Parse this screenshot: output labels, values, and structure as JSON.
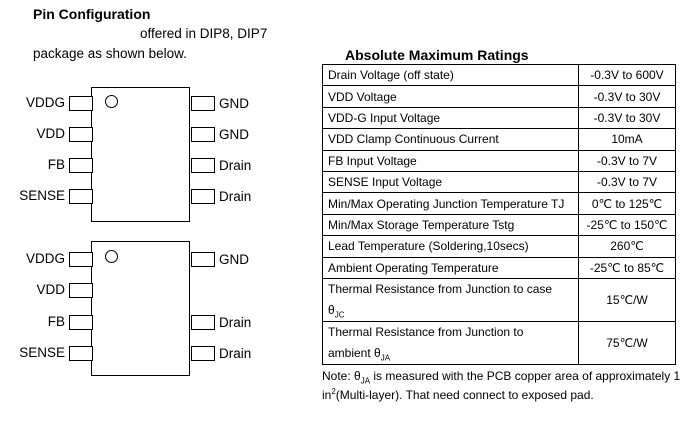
{
  "pin_config": {
    "heading": "Pin Configuration",
    "intro_line1": "offered in DIP8, DIP7",
    "intro_line2": "package as shown below."
  },
  "chip_top": {
    "left_pins": [
      "VDDG",
      "VDD",
      "FB",
      "SENSE"
    ],
    "right_pins": [
      "GND",
      "GND",
      "Drain",
      "Drain"
    ]
  },
  "chip_bottom": {
    "left_pins": [
      "VDDG",
      "VDD",
      "FB",
      "SENSE"
    ],
    "right_pins": [
      "GND",
      "",
      "Drain",
      "Drain"
    ]
  },
  "ratings": {
    "title": "Absolute Maximum Ratings",
    "rows": [
      {
        "param": "Drain Voltage (off state)",
        "value": "-0.3V to 600V"
      },
      {
        "param": "VDD Voltage",
        "value": "-0.3V to 30V"
      },
      {
        "param": "VDD-G Input Voltage",
        "value": "-0.3V to 30V"
      },
      {
        "param": "VDD Clamp Continuous Current",
        "value": "10mA"
      },
      {
        "param": "FB Input Voltage",
        "value": "-0.3V to 7V"
      },
      {
        "param": "SENSE Input Voltage",
        "value": "-0.3V to 7V"
      },
      {
        "param": "Min/Max Operating Junction Temperature TJ",
        "value": "0℃ to 125℃"
      },
      {
        "param": "Min/Max Storage Temperature Tstg",
        "value": "-25℃ to 150℃"
      },
      {
        "param": "Lead Temperature (Soldering,10secs)",
        "value": "260℃"
      },
      {
        "param": "Ambient Operating Temperature",
        "value": "-25℃ to 85℃"
      }
    ],
    "thermal_jc": {
      "line1": "Thermal Resistance from Junction to case",
      "symbol": "θ",
      "subscript": "JC",
      "value": "15℃/W"
    },
    "thermal_ja": {
      "line1": "Thermal Resistance from Junction to",
      "line2_prefix": "ambient ",
      "symbol": "θ",
      "subscript": "JA",
      "value": "75℃/W"
    }
  },
  "note": {
    "prefix": "Note: θ",
    "subscript": "JA",
    "rest": " is measured with the PCB copper area of approximately 1",
    "line2_a": "in",
    "line2_sup": "2",
    "line2_b": "(Multi-layer). That need connect to exposed pad."
  }
}
